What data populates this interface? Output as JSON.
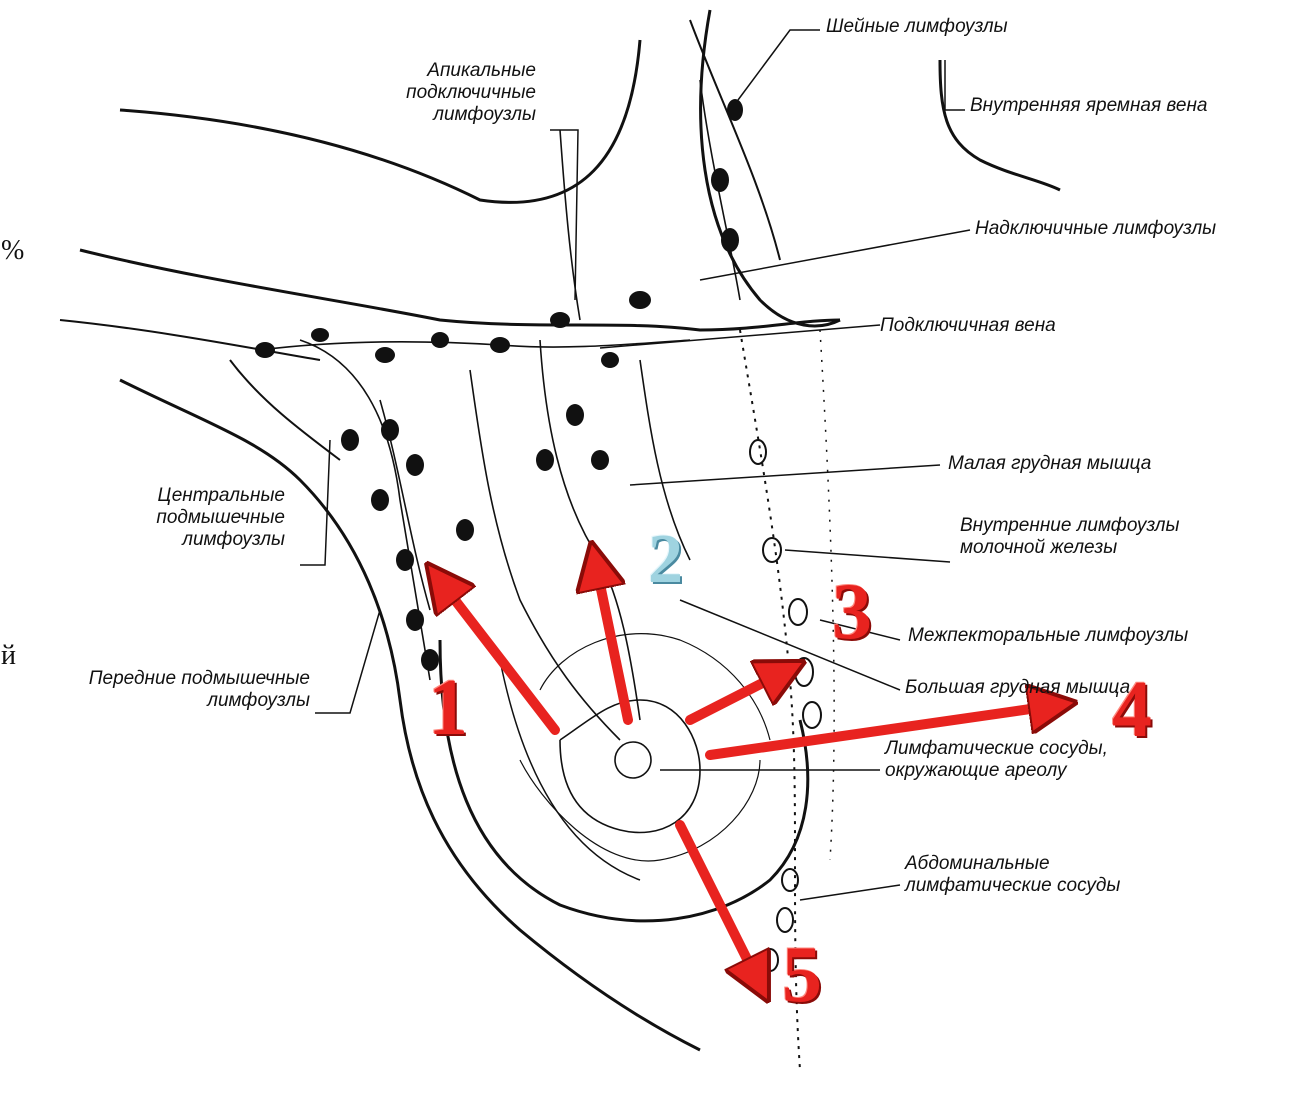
{
  "labels": {
    "cervical_nodes": "Шейные лимфоузлы",
    "apical_nodes": [
      "Апикальные",
      "подключичные",
      "лимфоузлы"
    ],
    "internal_jugular": "Внутренняя яремная вена",
    "supraclavicular": "Надключичные лимфоузлы",
    "subclavian_vein": "Подключичная вена",
    "pectoralis_minor": "Малая грудная мышца",
    "internal_mammary": [
      "Внутренние лимфоузлы",
      "молочной железы"
    ],
    "interpectoral": "Межпекторальные лимфоузлы",
    "pectoralis_major": "Большая грудная мышца",
    "areolar_vessels": [
      "Лимфатические сосуды,",
      "окружающие ареолу"
    ],
    "abdominal": [
      "Абдоминальные",
      "лимфатические сосуды"
    ],
    "central_axillary": [
      "Центральные",
      "подмышечные",
      "лимфоузлы"
    ],
    "anterior_axillary": [
      "Передние подмышечные",
      "лимфоузлы"
    ]
  },
  "numbers": {
    "n1": "1",
    "n2": "2",
    "n3": "3",
    "n4": "4",
    "n5": "5"
  },
  "edge_text": {
    "top": "%",
    "bottom": "й"
  },
  "colors": {
    "arrow": "#e8231f",
    "arrow_dark": "#8a0b08",
    "number_blue": "#9fd3e0",
    "ink": "#111111"
  }
}
